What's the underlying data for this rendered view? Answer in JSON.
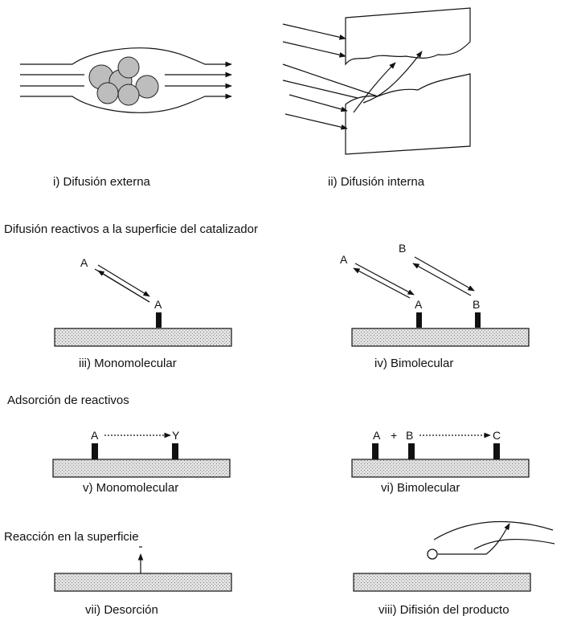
{
  "labels": {
    "i": "i)  Difusión externa",
    "ii": "ii)  Difusión interna",
    "iii": "iii) Monomolecular",
    "iv": "iv) Bimolecular",
    "v": "v) Monomolecular",
    "vi": "vi) Bimolecular",
    "vii": "vii) Desorción",
    "viii": "viii) Difisión del producto"
  },
  "sections": {
    "diffusion": "Difusión reactivos a la superficie del catalizador",
    "adsorption": "Adsorción de reactivos",
    "reaction": "Reacción en la superficie"
  },
  "symbols": {
    "A": "A",
    "B": "B",
    "C": "C",
    "Y": "Y",
    "plus": "+"
  },
  "colors": {
    "ink": "#111111",
    "particle_fill": "#bdbdbd",
    "surface_fill": "#d8d8d8"
  }
}
